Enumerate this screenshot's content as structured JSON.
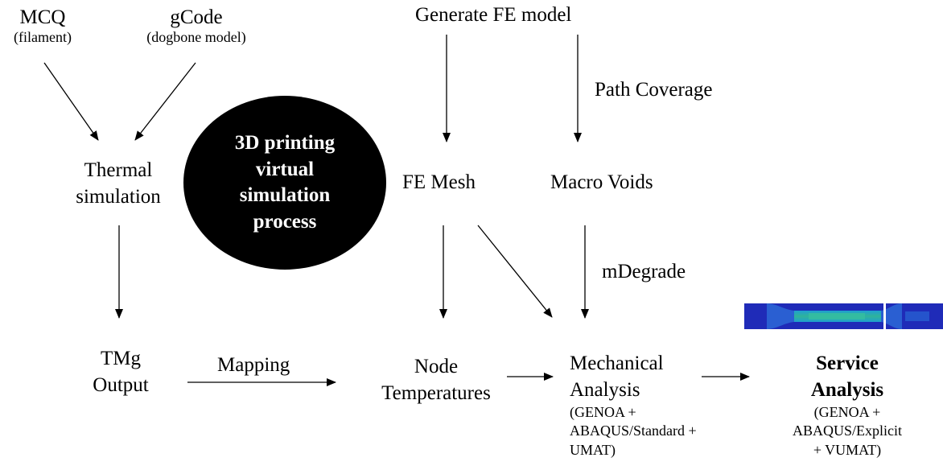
{
  "nodes": {
    "mcq": {
      "title": "MCQ",
      "sub": "(filament)"
    },
    "gcode": {
      "title": "gCode",
      "sub": "(dogbone model)"
    },
    "generate_fe": {
      "title": "Generate FE model"
    },
    "path_coverage": {
      "title": "Path Coverage"
    },
    "thermal": {
      "line1": "Thermal",
      "line2": "simulation"
    },
    "center": {
      "line1": "3D printing",
      "line2": "virtual",
      "line3": "simulation",
      "line4": "process"
    },
    "fe_mesh": {
      "title": "FE Mesh"
    },
    "macro_voids": {
      "title": "Macro Voids"
    },
    "mdegrade": {
      "title": "mDegrade"
    },
    "tmg_output": {
      "line1": "TMg",
      "line2": "Output"
    },
    "mapping": {
      "title": "Mapping"
    },
    "node_temps": {
      "line1": "Node",
      "line2": "Temperatures"
    },
    "mechanical": {
      "line1": "Mechanical",
      "line2": "Analysis",
      "sub1": "(GENOA +",
      "sub2": "ABAQUS/Standard +",
      "sub3": "UMAT)"
    },
    "service": {
      "line1": "Service",
      "line2": "Analysis",
      "sub1": "(GENOA +",
      "sub2": "ABAQUS/Explicit",
      "sub3": "+ VUMAT)"
    }
  },
  "colors": {
    "text": "#000000",
    "circle_fill": "#000000",
    "circle_text": "#ffffff",
    "specimen_blue": "#1f2bb8",
    "specimen_cyan": "#1f9fd0",
    "specimen_green": "#2fb39a"
  },
  "icons": {
    "specimen": "dogbone-specimen-fe-contour-image"
  }
}
